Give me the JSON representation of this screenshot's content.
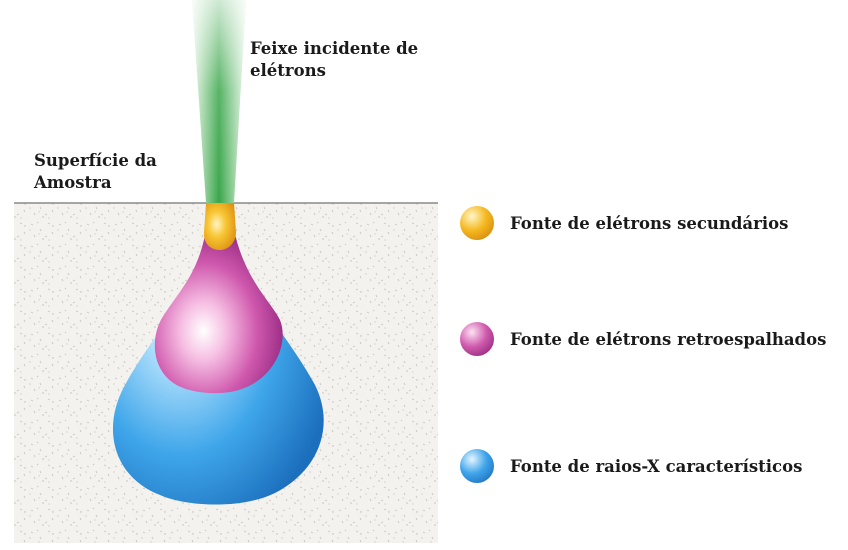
{
  "labels": {
    "beam": [
      "Feixe incidente de",
      "elétrons"
    ],
    "surface": [
      "Superfície da",
      "Amostra"
    ]
  },
  "legend": [
    {
      "label": "Fonte de elétrons secundários",
      "color": "#f2b01e",
      "icon": "orange-sphere-icon"
    },
    {
      "label": "Fonte de elétrons retroespalhados",
      "color": "#c23a96",
      "icon": "magenta-sphere-icon"
    },
    {
      "label": "Fonte de raios-X característicos",
      "color": "#2e9ee0",
      "icon": "blue-sphere-icon"
    }
  ],
  "colors": {
    "beam": "#3da54a",
    "secondary": "#f2b01e",
    "backscattered": "#b3358f",
    "xray": "#2a8fd8",
    "surface_line": "#8a8a8a"
  }
}
